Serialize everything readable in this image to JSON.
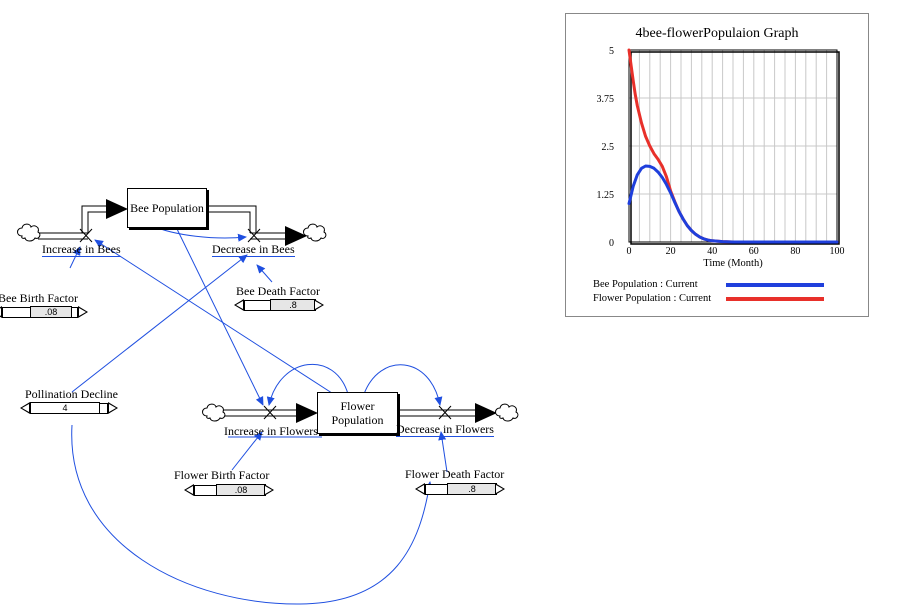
{
  "model": {
    "stocks": {
      "bee_population": "Bee Population",
      "flower_population": "Flower\nPopulation"
    },
    "flows": {
      "increase_in_bees": "Increase in Bees",
      "decrease_in_bees": "Decrease in Bees",
      "increase_in_flowers": "Increase in Flowers",
      "decrease_in_flowers": "Decrease in Flowers"
    },
    "sliders": {
      "bee_birth_factor": {
        "label": "Bee Birth Factor",
        "value": ".08"
      },
      "bee_death_factor": {
        "label": "Bee Death Factor",
        "value": ".8"
      },
      "pollination_decline": {
        "label": "Pollination Decline",
        "value": "4"
      },
      "flower_birth_factor": {
        "label": "Flower Birth Factor",
        "value": ".08"
      },
      "flower_death_factor": {
        "label": "Flower Death Factor",
        "value": ".8"
      }
    },
    "colors": {
      "link": "#1f4fe0",
      "pipe": "#000000"
    }
  },
  "graph": {
    "legend": [
      {
        "label": "Bee Population : Current",
        "color": "#1f3fdc"
      },
      {
        "label": "Flower Population : Current",
        "color": "#e8302a"
      }
    ]
  },
  "chart_data": {
    "type": "line",
    "title": "4bee-flowerPopulaion Graph",
    "xlabel": "Time (Month)",
    "ylabel": "",
    "xlim": [
      0,
      100
    ],
    "ylim": [
      0,
      5
    ],
    "xticks": [
      "0",
      "20",
      "40",
      "60",
      "80",
      "100"
    ],
    "yticks": [
      "0",
      "1.25",
      "2.5",
      "3.75",
      "5"
    ],
    "grid": true,
    "series": [
      {
        "name": "Bee Population : Current",
        "color": "#1f3fdc",
        "x": [
          0,
          2,
          4,
          6,
          8,
          10,
          12,
          14,
          16,
          18,
          20,
          22,
          24,
          26,
          28,
          30,
          32,
          34,
          36,
          38,
          40,
          45,
          50,
          60,
          80,
          100
        ],
        "y": [
          1.0,
          1.45,
          1.75,
          1.92,
          1.98,
          1.97,
          1.92,
          1.82,
          1.68,
          1.5,
          1.28,
          1.03,
          0.8,
          0.6,
          0.43,
          0.3,
          0.2,
          0.13,
          0.08,
          0.05,
          0.03,
          0.01,
          0.0,
          0.0,
          0.0,
          0.0
        ]
      },
      {
        "name": "Flower Population : Current",
        "color": "#e8302a",
        "x": [
          0,
          1,
          2,
          3,
          4,
          6,
          8,
          10,
          12,
          14,
          16,
          18,
          20,
          22,
          24,
          26,
          28,
          30,
          32,
          34,
          36,
          38,
          40,
          45,
          50,
          60,
          80,
          100
        ],
        "y": [
          5.0,
          4.6,
          4.2,
          3.85,
          3.55,
          3.1,
          2.75,
          2.5,
          2.3,
          2.15,
          1.97,
          1.7,
          1.33,
          1.05,
          0.8,
          0.6,
          0.43,
          0.3,
          0.2,
          0.13,
          0.08,
          0.05,
          0.03,
          0.01,
          0.0,
          0.0,
          0.0,
          0.0
        ]
      }
    ]
  }
}
